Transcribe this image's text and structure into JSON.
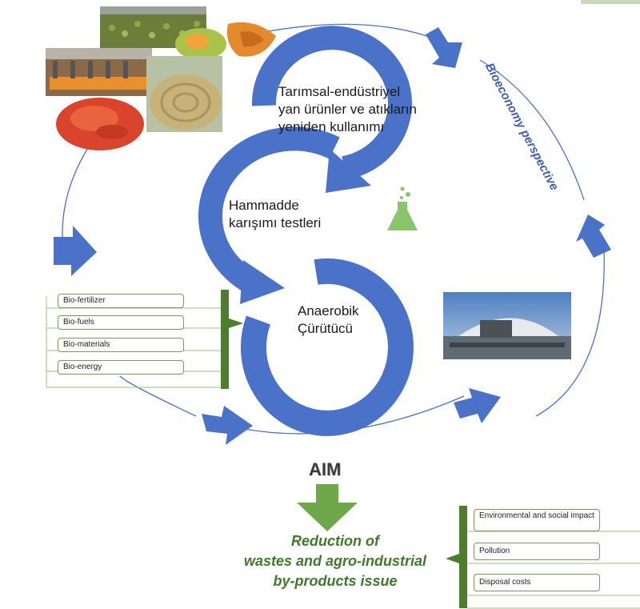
{
  "stages": {
    "reuse": [
      "Tarımsal-endüstriyel",
      "yan ürünler ve atıkların",
      "yeniden kullanımı"
    ],
    "mixing": [
      "Hammadde",
      "karışımı testleri"
    ],
    "digester": [
      "Anaerobik",
      "Çürütücü"
    ]
  },
  "cycle_label": "Bioeconomy perspective",
  "products": [
    "Bio-fertilizer",
    "Bio-fuels",
    "Bio-materials",
    "Bio-energy"
  ],
  "aim": {
    "label": "AIM",
    "outcome": [
      "Reduction of",
      "wastes and agro-industrial",
      "by-products issue"
    ]
  },
  "impacts": [
    "Environmental and social impact",
    "Pollution",
    "Disposal costs"
  ],
  "colors": {
    "blue": "#4a72c8",
    "green": "#6fa84a",
    "dark_green": "#4d7d2f",
    "outcome_text": "#3f7a2c"
  },
  "icons": [
    "flask-icon"
  ]
}
